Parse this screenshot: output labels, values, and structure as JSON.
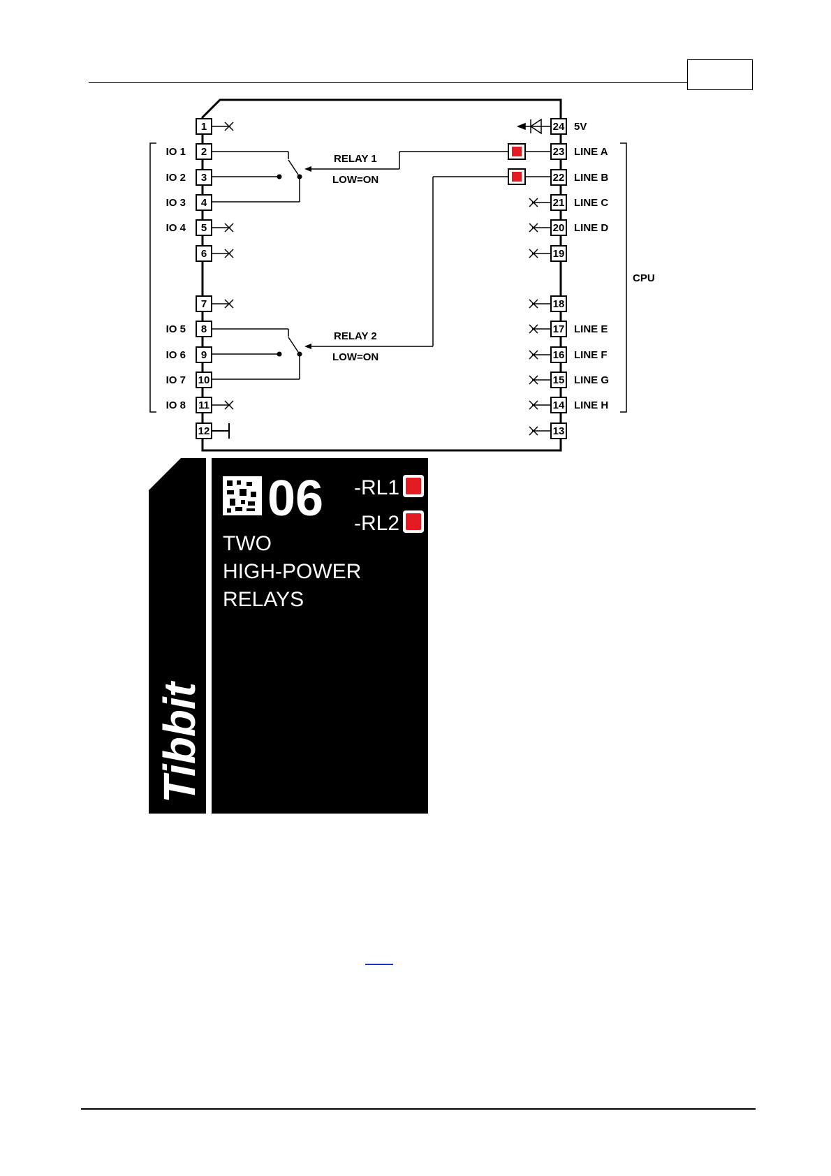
{
  "relays": [
    {
      "name": "RELAY 1",
      "mode": "LOW=ON"
    },
    {
      "name": "RELAY 2",
      "mode": "LOW=ON"
    }
  ],
  "left_pins": [
    {
      "num": "1",
      "label": ""
    },
    {
      "num": "2",
      "label": "IO 1"
    },
    {
      "num": "3",
      "label": "IO 2"
    },
    {
      "num": "4",
      "label": "IO 3"
    },
    {
      "num": "5",
      "label": "IO 4"
    },
    {
      "num": "6",
      "label": ""
    },
    {
      "num": "7",
      "label": ""
    },
    {
      "num": "8",
      "label": "IO 5"
    },
    {
      "num": "9",
      "label": "IO 6"
    },
    {
      "num": "10",
      "label": "IO 7"
    },
    {
      "num": "11",
      "label": "IO 8"
    },
    {
      "num": "12",
      "label": ""
    }
  ],
  "right_pins": [
    {
      "num": "24",
      "label": "5V"
    },
    {
      "num": "23",
      "label": "LINE A"
    },
    {
      "num": "22",
      "label": "LINE B"
    },
    {
      "num": "21",
      "label": "LINE C"
    },
    {
      "num": "20",
      "label": "LINE D"
    },
    {
      "num": "19",
      "label": ""
    },
    {
      "num": "18",
      "label": ""
    },
    {
      "num": "17",
      "label": "LINE E"
    },
    {
      "num": "16",
      "label": "LINE F"
    },
    {
      "num": "15",
      "label": "LINE G"
    },
    {
      "num": "14",
      "label": "LINE H"
    },
    {
      "num": "13",
      "label": ""
    }
  ],
  "cpu_label": "CPU",
  "card": {
    "number": "06",
    "leds": [
      "-RL1",
      "-RL2"
    ],
    "title_lines": [
      "TWO",
      "HIGH-POWER",
      "RELAYS"
    ],
    "brand": "Tibbit"
  },
  "colors": {
    "led": "#e31b23",
    "card_bg": "#000000"
  }
}
